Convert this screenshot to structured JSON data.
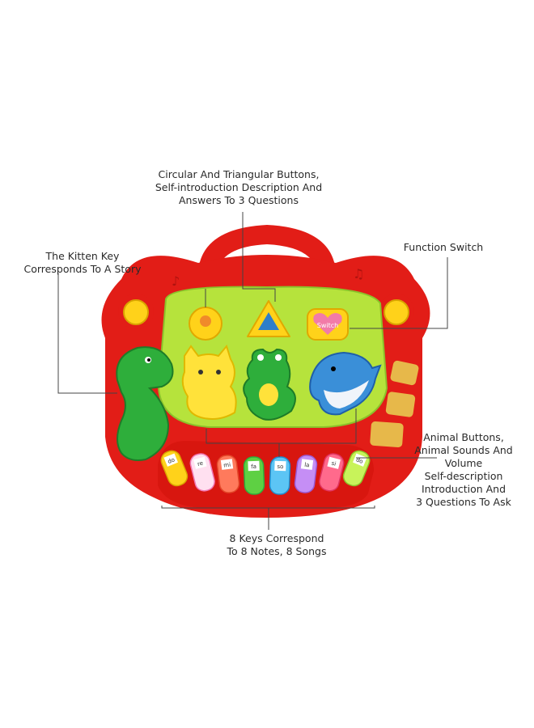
{
  "callouts": {
    "buttons": {
      "line1": "Circular And Triangular Buttons,",
      "line2": "Self-introduction Description And",
      "line3": "Answers To 3 Questions"
    },
    "kitten": {
      "line1": "The Kitten Key",
      "line2": "Corresponds To A Story"
    },
    "function": {
      "line1": "Function Switch"
    },
    "animals": {
      "line1": "Animal Buttons,",
      "line2": "Animal Sounds And",
      "line3": "Volume",
      "line4": "Self-description",
      "line5": "Introduction And",
      "line6": "3 Questions To Ask"
    },
    "keys": {
      "line1": "8 Keys Correspond",
      "line2": "To 8 Notes, 8 Songs"
    }
  },
  "toy": {
    "switch_label": "Switch",
    "key_notes": [
      "do",
      "re",
      "mi",
      "fa",
      "so",
      "la",
      "si",
      "do"
    ],
    "colors": {
      "body": "#e21d17",
      "panel": "#b6e33c",
      "yellow": "#ffd21a",
      "green": "#2eae3b",
      "blue": "#3a8fd8"
    }
  }
}
